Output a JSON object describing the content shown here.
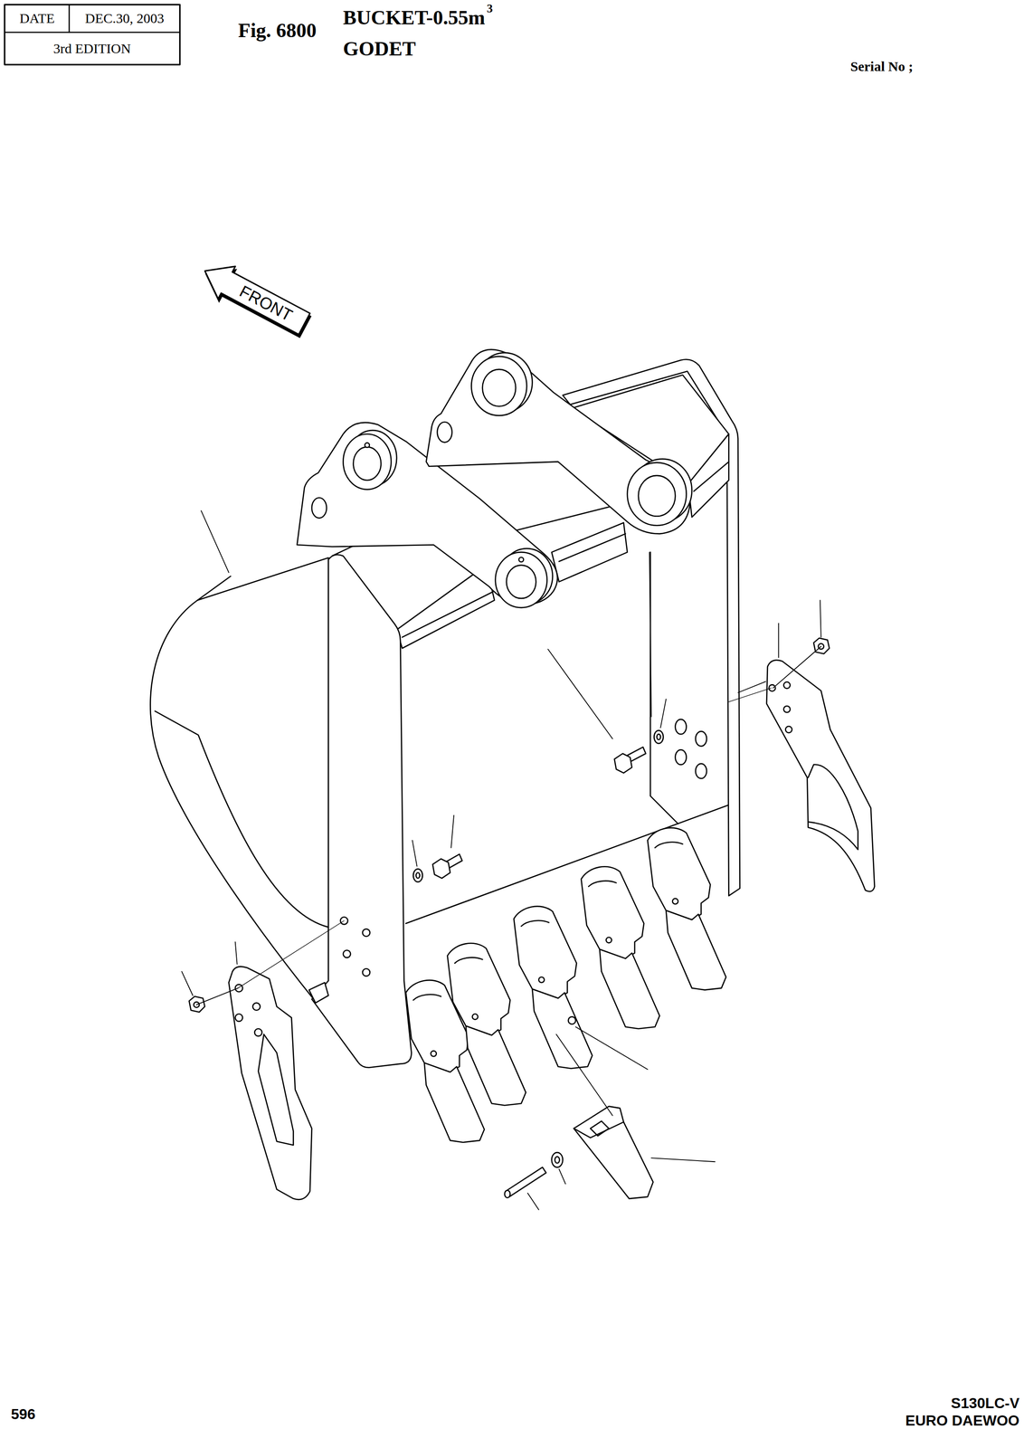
{
  "diagram": {
    "title": "BUCKET-0.55m",
    "nodes": [
      {
        "text": [
          "FRONT"
        ]
      }
    ],
    "labels": [
      "DATE",
      "DEC.30, 2003",
      "3rd EDITION",
      "Fig. 6800",
      "3",
      "GODET",
      "Serial No ;",
      "596",
      "S130LC-V",
      "EURO DAEWOO"
    ]
  }
}
